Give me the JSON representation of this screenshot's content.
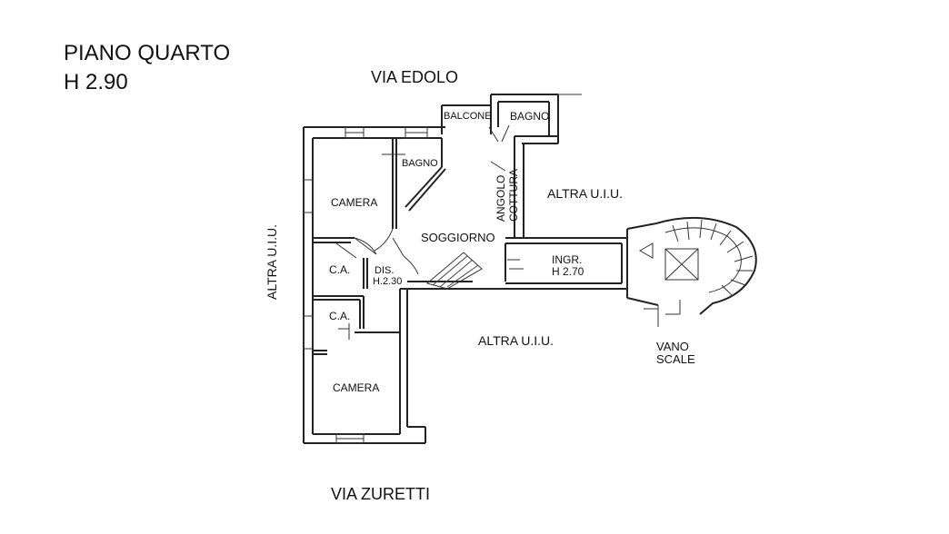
{
  "floor": {
    "title": "PIANO QUARTO",
    "height": "H 2.90"
  },
  "streets": {
    "north": "VIA EDOLO",
    "south": "VIA ZURETTI"
  },
  "rooms": {
    "balcone": "BALCONE",
    "bagno_top": "BAGNO",
    "bagno": "BAGNO",
    "camera_top": "CAMERA",
    "soggiorno": "SOGGIORNO",
    "angolo_1": "ANGOLO",
    "angolo_2": "COTTURA",
    "ca_1": "C.A.",
    "ca_2": "C.A.",
    "dis_1": "DIS.",
    "dis_2": "H.2.30",
    "ingr_1": "INGR.",
    "ingr_2": "H 2.70",
    "camera_bottom": "CAMERA",
    "vano_1": "VANO",
    "vano_2": "SCALE"
  },
  "neighbors": {
    "right": "ALTRA U.I.U.",
    "bottom": "ALTRA U.I.U.",
    "left": "ALTRA U.I.U."
  }
}
